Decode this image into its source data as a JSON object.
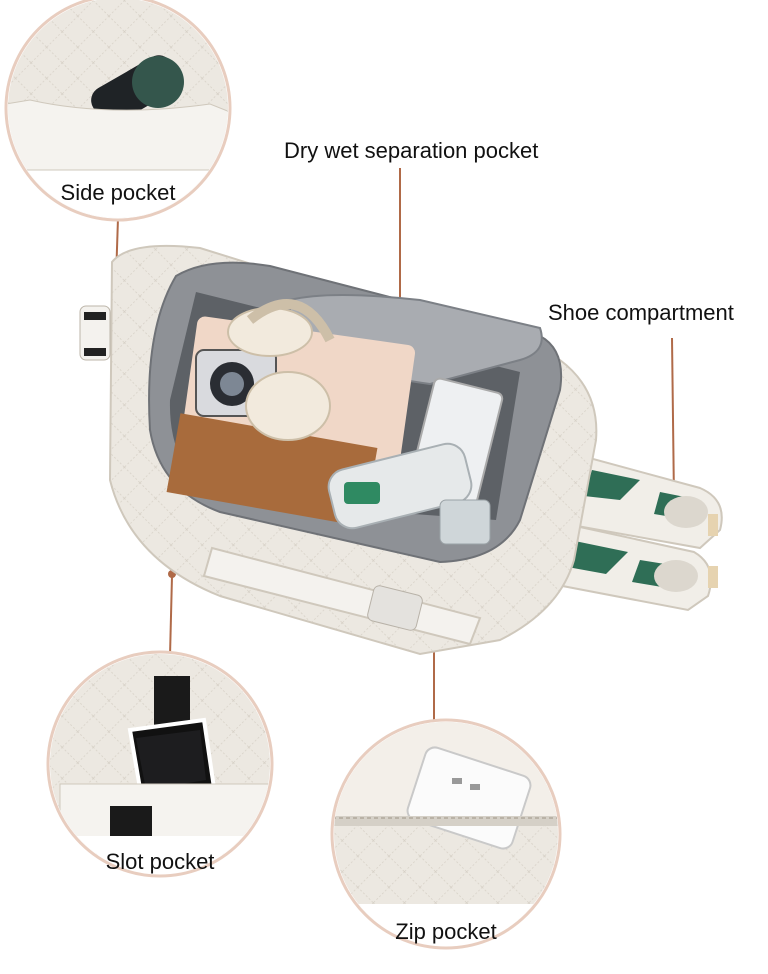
{
  "callouts": {
    "side_pocket": "Side pocket",
    "dry_wet": "Dry wet separation pocket",
    "shoe": "Shoe compartment",
    "slot_pocket": "Slot pocket",
    "zip_pocket": "Zip pocket"
  },
  "colors": {
    "leader_line": "#b06a48",
    "inset_ring": "#e8cdbf",
    "bag": "#ece8e1",
    "lining": "#8e9196",
    "shoe_accent": "#2f6e56",
    "label_band": "#ffffff"
  },
  "icons": {
    "bag": "quilted-duffel-bag-illustration",
    "side_pocket": "umbrella-in-pocket-icon",
    "slot_pocket": "sunglasses-in-slot-icon",
    "zip_pocket": "power-bank-in-pocket-icon",
    "shoe": "sneakers-icon"
  }
}
